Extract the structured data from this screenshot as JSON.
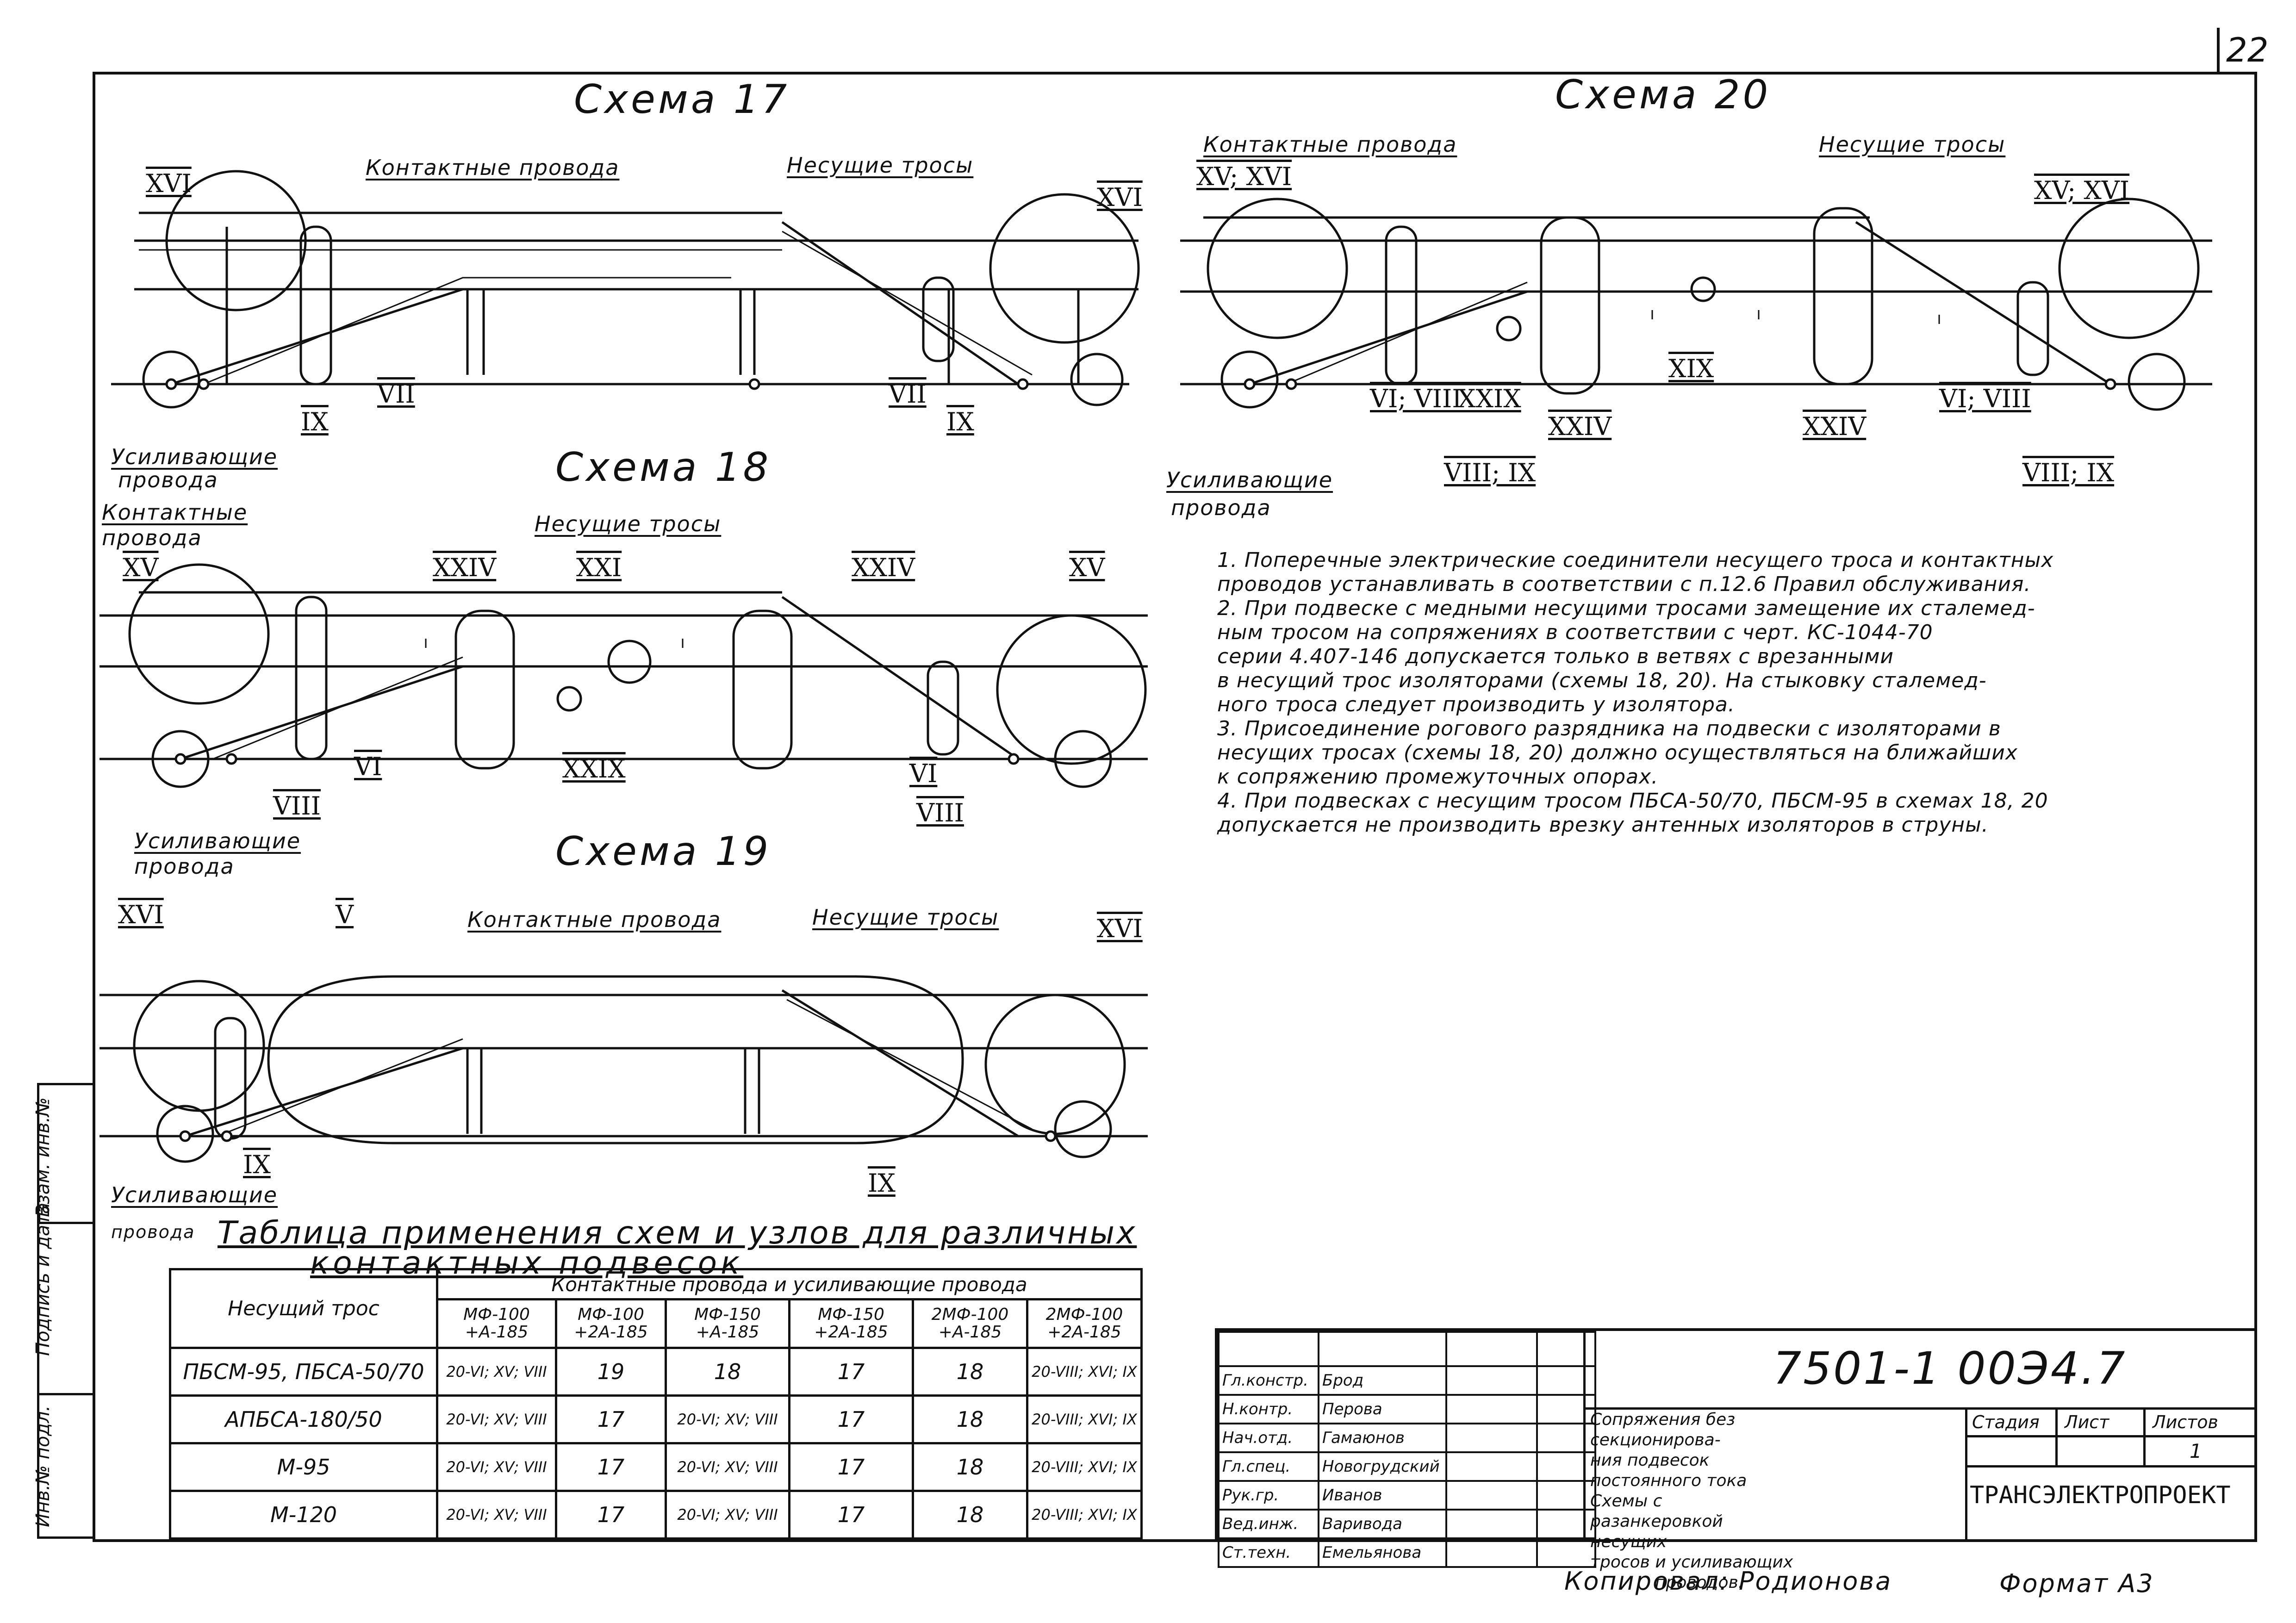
{
  "sheet_number": "22",
  "schemes": {
    "s17": {
      "title": "Схема 17",
      "contact": "Контактные провода",
      "carrier": "Несущие тросы",
      "reinforce_1": "Усиливающие",
      "reinforce_2": "провода",
      "rn": [
        "XVI",
        "XVI",
        "VII",
        "IX",
        "VII",
        "IX"
      ]
    },
    "s18": {
      "title": "Схема 18",
      "contact_1": "Контактные",
      "contact_2": "провода",
      "carrier": "Несущие тросы",
      "reinforce_1": "Усиливающие",
      "reinforce_2": "провода",
      "rn": [
        "XV",
        "XXIV",
        "XXI",
        "XXIV",
        "XV",
        "VI",
        "VIII",
        "XXIX",
        "VI",
        "VIII"
      ]
    },
    "s19": {
      "title": "Схема 19",
      "contact": "Контактные провода",
      "carrier": "Несущие тросы",
      "reinforce_1": "Усиливающие",
      "reinforce_2": "провода",
      "rn": [
        "XVI",
        "V",
        "XVI",
        "IX",
        "IX"
      ]
    },
    "s20": {
      "title": "Схема 20",
      "contact": "Контактные провода",
      "carrier": "Несущие тросы",
      "reinforce_1": "Усиливающие",
      "reinforce_2": "провода",
      "rn": [
        "XV; XVI",
        "XV; XVI",
        "VI; VIII",
        "XXIX",
        "XXIV",
        "XIX",
        "XXIV",
        "VIII; IX",
        "VI; VIII",
        "VIII; IX"
      ]
    }
  },
  "notes": [
    "1. Поперечные электрические соединители несущего троса и контактных",
    "проводов устанавливать в соответствии с п.12.6 Правил обслуживания.",
    "2. При подвеске с медными несущими тросами замещение их сталемед-",
    "ным тросом на сопряжениях в соответствии с черт. КС-1044-70",
    "серии 4.407-146 допускается только в ветвях с врезанными",
    "в несущий трос изоляторами (схемы 18, 20). На стыковку сталемед-",
    "ного троса следует производить у изолятора.",
    "3. Присоединение рогового разрядника на подвески с изоляторами в",
    "несущих тросах (схемы 18, 20) должно осуществляться на ближайших",
    "к сопряжению промежуточных опорах.",
    "4. При подвесках с несущим тросом ПБСА-50/70, ПБСМ-95 в схемах 18, 20",
    "допускается не производить врезку антенных изоляторов в струны."
  ],
  "table": {
    "title_1": "Таблица применения схем и узлов для различных",
    "title_2": "контактных подвесок",
    "head_carrier": "Несущий трос",
    "head_group": "Контактные провода и усиливающие провода",
    "columns": [
      "МФ-100 +А-185",
      "МФ-100 +2А-185",
      "МФ-150 +А-185",
      "МФ-150 +2А-185",
      "2МФ-100 +А-185",
      "2МФ-100 +2А-185"
    ],
    "rows": [
      {
        "carrier": "ПБСМ-95, ПБСА-50/70",
        "cells": [
          "20-VI; XV; VIII",
          "19",
          "18",
          "17",
          "18",
          "20-VIII; XVI; IX"
        ]
      },
      {
        "carrier": "АПБСА-180/50",
        "cells": [
          "20-VI; XV; VIII",
          "17",
          "20-VI; XV; VIII",
          "17",
          "18",
          "20-VIII; XVI; IX"
        ]
      },
      {
        "carrier": "М-95",
        "cells": [
          "20-VI; XV; VIII",
          "17",
          "20-VI; XV; VIII",
          "17",
          "18",
          "20-VIII; XVI; IX"
        ]
      },
      {
        "carrier": "М-120",
        "cells": [
          "20-VI; XV; VIII",
          "17",
          "20-VI; XV; VIII",
          "17",
          "18",
          "20-VIII; XVI; IX"
        ]
      }
    ]
  },
  "title_block": {
    "doc_code": "7501-1 00Э4.7",
    "roles": [
      "Гл.констр.",
      "Н.контр.",
      "Нач.отд.",
      "Гл.спец.",
      "Рук.гр.",
      "Вед.инж.",
      "Ст.техн."
    ],
    "names": [
      "Брод",
      "Перова",
      "Гамаюнов",
      "Новогрудский",
      "Иванов",
      "Варивода",
      "Емельянова"
    ],
    "description": [
      "Сопряжения без секционирова-",
      "ния подвесок постоянного тока",
      "Схемы с разанкеровкой несущих",
      "тросов и усиливающих",
      "проводов."
    ],
    "stage_label": "Стадия",
    "sheet_label": "Лист",
    "sheets_label": "Листов",
    "sheets_value": "1",
    "org": "ТРАНСЭЛЕКТРОПРОЕКТ"
  },
  "side_stamps": [
    "Инв.№ подл.",
    "Подпись и дата",
    "Взам. инв.№"
  ],
  "footer": {
    "copied": "Копировал: Родионова",
    "format": "Формат А3"
  }
}
